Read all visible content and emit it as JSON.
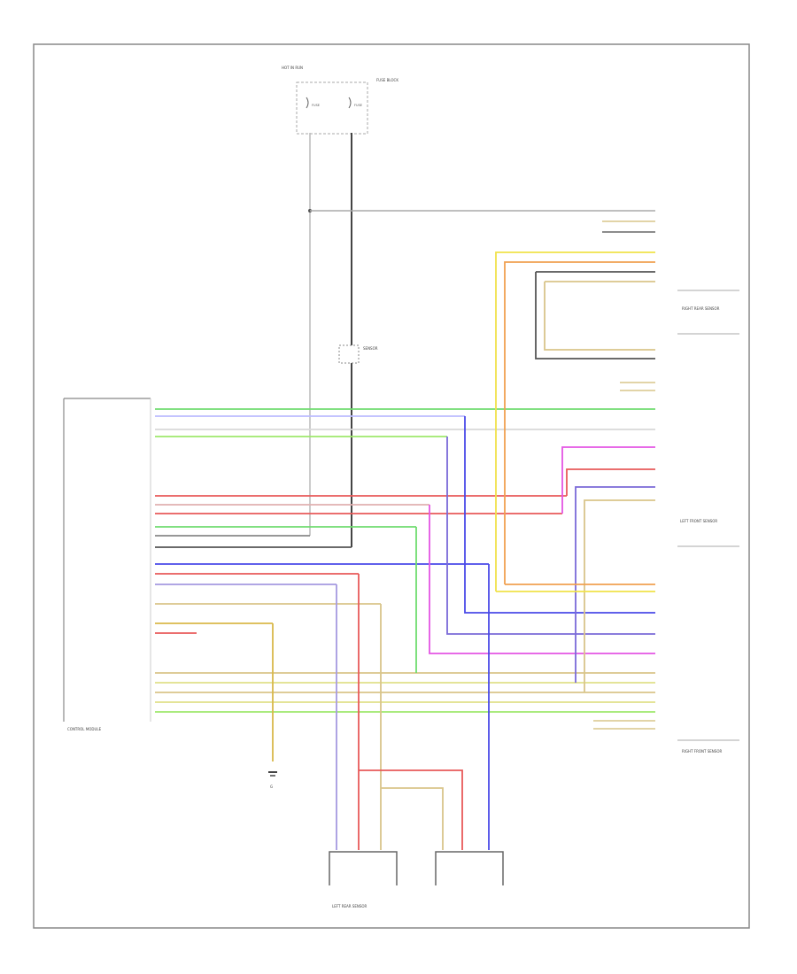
{
  "diagram": {
    "title": "",
    "footer_code": "",
    "components": {
      "hot_in_run": "HOT IN RUN",
      "fuse_block": "FUSE BLOCK",
      "fuse_a": "FUSE",
      "fuse_b": "FUSE",
      "sensor": "SENSOR",
      "control_module": "CONTROL MODULE",
      "left_rear_sensor": "LEFT REAR SENSOR",
      "left_front_sensor": "LEFT FRONT SENSOR",
      "right_rear_sensor": "RIGHT REAR SENSOR",
      "right_front_sensor": "RIGHT FRONT SENSOR",
      "ground": "G"
    }
  },
  "colors": {
    "green": "#6fdc6f",
    "light_green": "#9ee86b",
    "red": "#e85a5a",
    "pink": "#ff7aa8",
    "magenta": "#e455e4",
    "blue": "#4a4ae8",
    "purple": "#7a6ad8",
    "yellow": "#f0e24a",
    "orange": "#f0a050",
    "tan": "#d9c58a",
    "gray": "#777777",
    "dark_gray": "#444444",
    "line": "#999999"
  }
}
